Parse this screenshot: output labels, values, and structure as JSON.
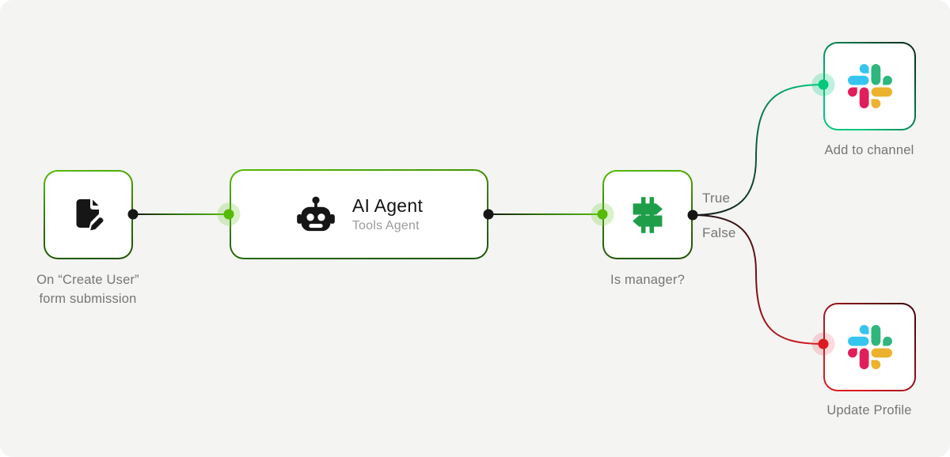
{
  "colors": {
    "canvas_bg": "#f4f4f3",
    "node_bg": "#ffffff",
    "wire_dark": "#161616",
    "green_bright": "#55bb06",
    "green_mid": "#2f7203",
    "green_dark": "#1d5203",
    "green_halo": "rgba(120,205,60,0.28)",
    "teal_bright": "#00c87c",
    "teal_mid": "#0d5c39",
    "teal_dark": "#0a3424",
    "teal_halo": "rgba(0,200,124,0.25)",
    "red_bright": "#dd1a21",
    "red_mid": "#7a1016",
    "red_dark": "#4a080c",
    "red_halo": "rgba(230,30,40,0.16)",
    "icon_black": "#161616",
    "signpost_green": "#1f9e4a",
    "label_gray": "#767676",
    "subtitle_gray": "#9c9c9c",
    "title_black": "#141414",
    "slack_blue": "#36C5F0",
    "slack_green": "#2EB67D",
    "slack_red": "#E01E5A",
    "slack_yellow": "#ECB22E"
  },
  "nodes": {
    "form_trigger": {
      "label_line1": "On “Create User”",
      "label_line2": "form submission",
      "icon": "file-pen-icon"
    },
    "ai_agent": {
      "title": "AI Agent",
      "subtitle": "Tools Agent",
      "icon": "robot-icon"
    },
    "if_node": {
      "label": "Is manager?",
      "icon": "signpost-icon"
    },
    "slack_true": {
      "label": "Add to channel",
      "icon": "slack-logo-icon"
    },
    "slack_false": {
      "label": "Update Profile",
      "icon": "slack-logo-icon"
    }
  },
  "edges": {
    "true_label": "True",
    "false_label": "False"
  }
}
